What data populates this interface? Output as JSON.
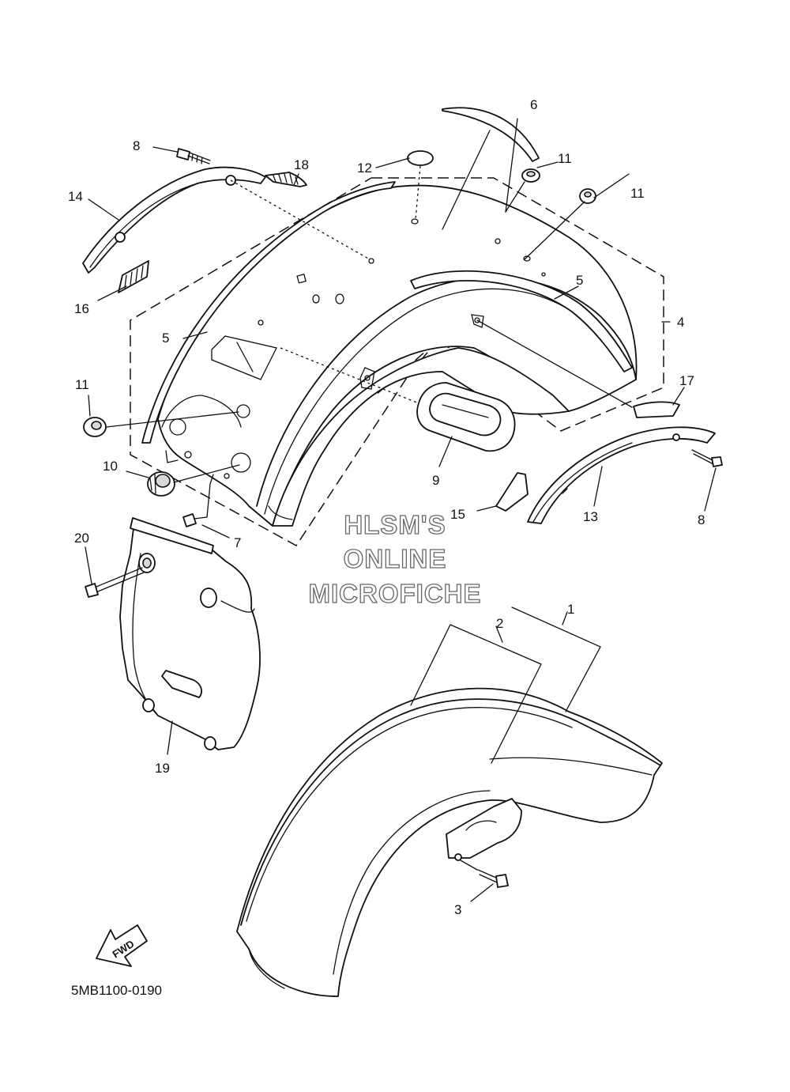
{
  "diagram_code": "5MB1100-0190",
  "watermark": [
    "HLSM'S",
    "ONLINE",
    "MICROFICHE"
  ],
  "direction_label": "FWD",
  "callouts": {
    "c1": "1",
    "c2": "2",
    "c3": "3",
    "c4": "4",
    "c5a": "5",
    "c5b": "5",
    "c6": "6",
    "c7": "7",
    "c8a": "8",
    "c8b": "8",
    "c9": "9",
    "c10": "10",
    "c11a": "11",
    "c11b": "11",
    "c11c": "11",
    "c12": "12",
    "c13": "13",
    "c14": "14",
    "c15": "15",
    "c16": "16",
    "c17": "17",
    "c18": "18",
    "c19": "19",
    "c20": "20"
  }
}
